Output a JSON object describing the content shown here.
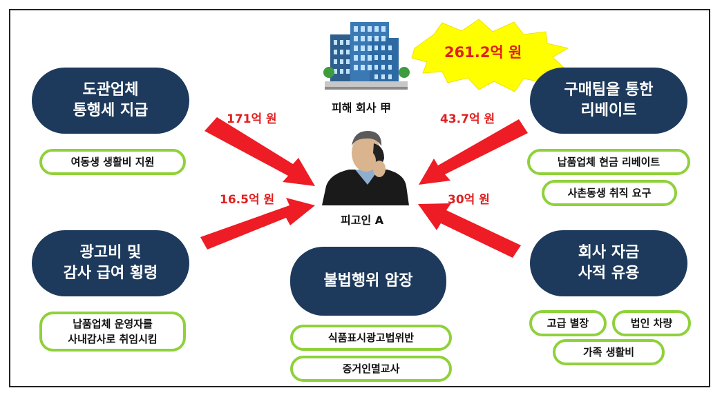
{
  "victim_company": "피해 회사 甲",
  "defendant": "피고인 A",
  "total_amount": "261.2억 원",
  "amounts": {
    "top_left": "171억 원",
    "mid_left": "16.5억 원",
    "top_right": "43.7억 원",
    "mid_right": "30억 원"
  },
  "nodes": {
    "distributor_payment": "도관업체\n통행세 지급",
    "ad_embezzlement": "광고비 및\n감사 급여 횡령",
    "purchasing_rebate": "구매팀을 통한\n리베이트",
    "fund_misuse": "회사 자금\n사적 유용",
    "cover_up": "불법행위 암장"
  },
  "tags": {
    "sister_living": "여동생 생활비 지원",
    "auditor_appoint": "납품업체 운영자를\n사내감사로 취임시킴",
    "cash_rebate": "납품업체 현금 리베이트",
    "cousin_job": "사촌동생 취직 요구",
    "villa": "고급 별장",
    "corp_car": "법인 차량",
    "family_living": "가족 생활비",
    "food_ad_law": "식품표시광고법위반",
    "witness_coaching": "증거인멸교사"
  },
  "colors": {
    "node_fill": "#1d3a5c",
    "tag_border": "#8fd13a",
    "arrow": "#ee1c24",
    "amount_text": "#e02020",
    "star_fill": "#ffff00"
  }
}
